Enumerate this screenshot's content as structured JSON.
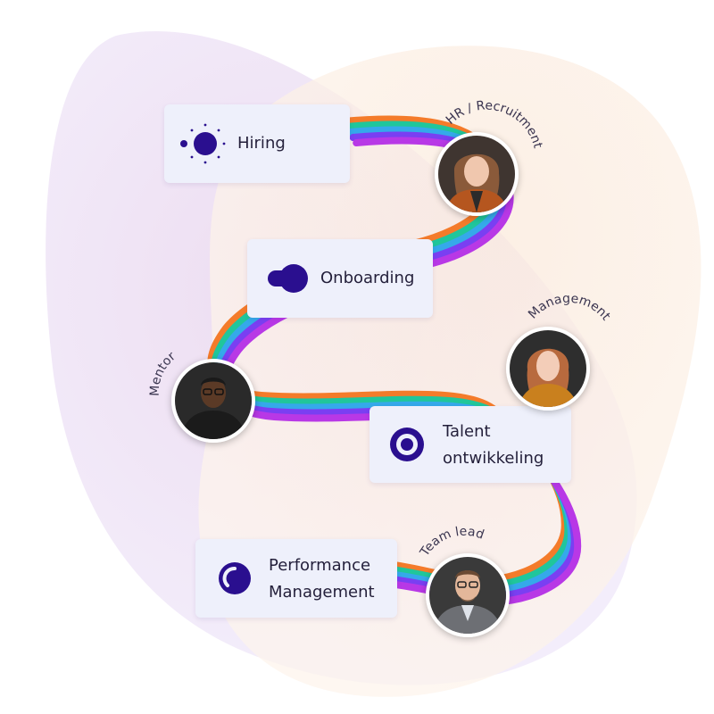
{
  "colors": {
    "stripes": [
      "#f47b2a",
      "#20c69b",
      "#35a9ea",
      "#7a3ff2",
      "#b838e6"
    ],
    "icon_primary": "#2a0f8f",
    "card_bg": "#eef0fb",
    "text": "#231f3a"
  },
  "stages": [
    {
      "label": "Hiring",
      "icon": "sun-dot-icon"
    },
    {
      "label": "Onboarding",
      "icon": "speech-blob-icon"
    },
    {
      "label_line1": "Talent",
      "label_line2": "ontwikkeling",
      "icon": "target-icon"
    },
    {
      "label_line1": "Performance",
      "label_line2": "Management",
      "icon": "gauge-icon"
    }
  ],
  "people": [
    {
      "role": "HR / Recruitment",
      "photo": "woman-brown-hair"
    },
    {
      "role": "Mentor",
      "photo": "man-dark-sweater"
    },
    {
      "role": "Management",
      "photo": "woman-red-hair"
    },
    {
      "role": "Team lead",
      "photo": "man-suit-glasses"
    }
  ]
}
